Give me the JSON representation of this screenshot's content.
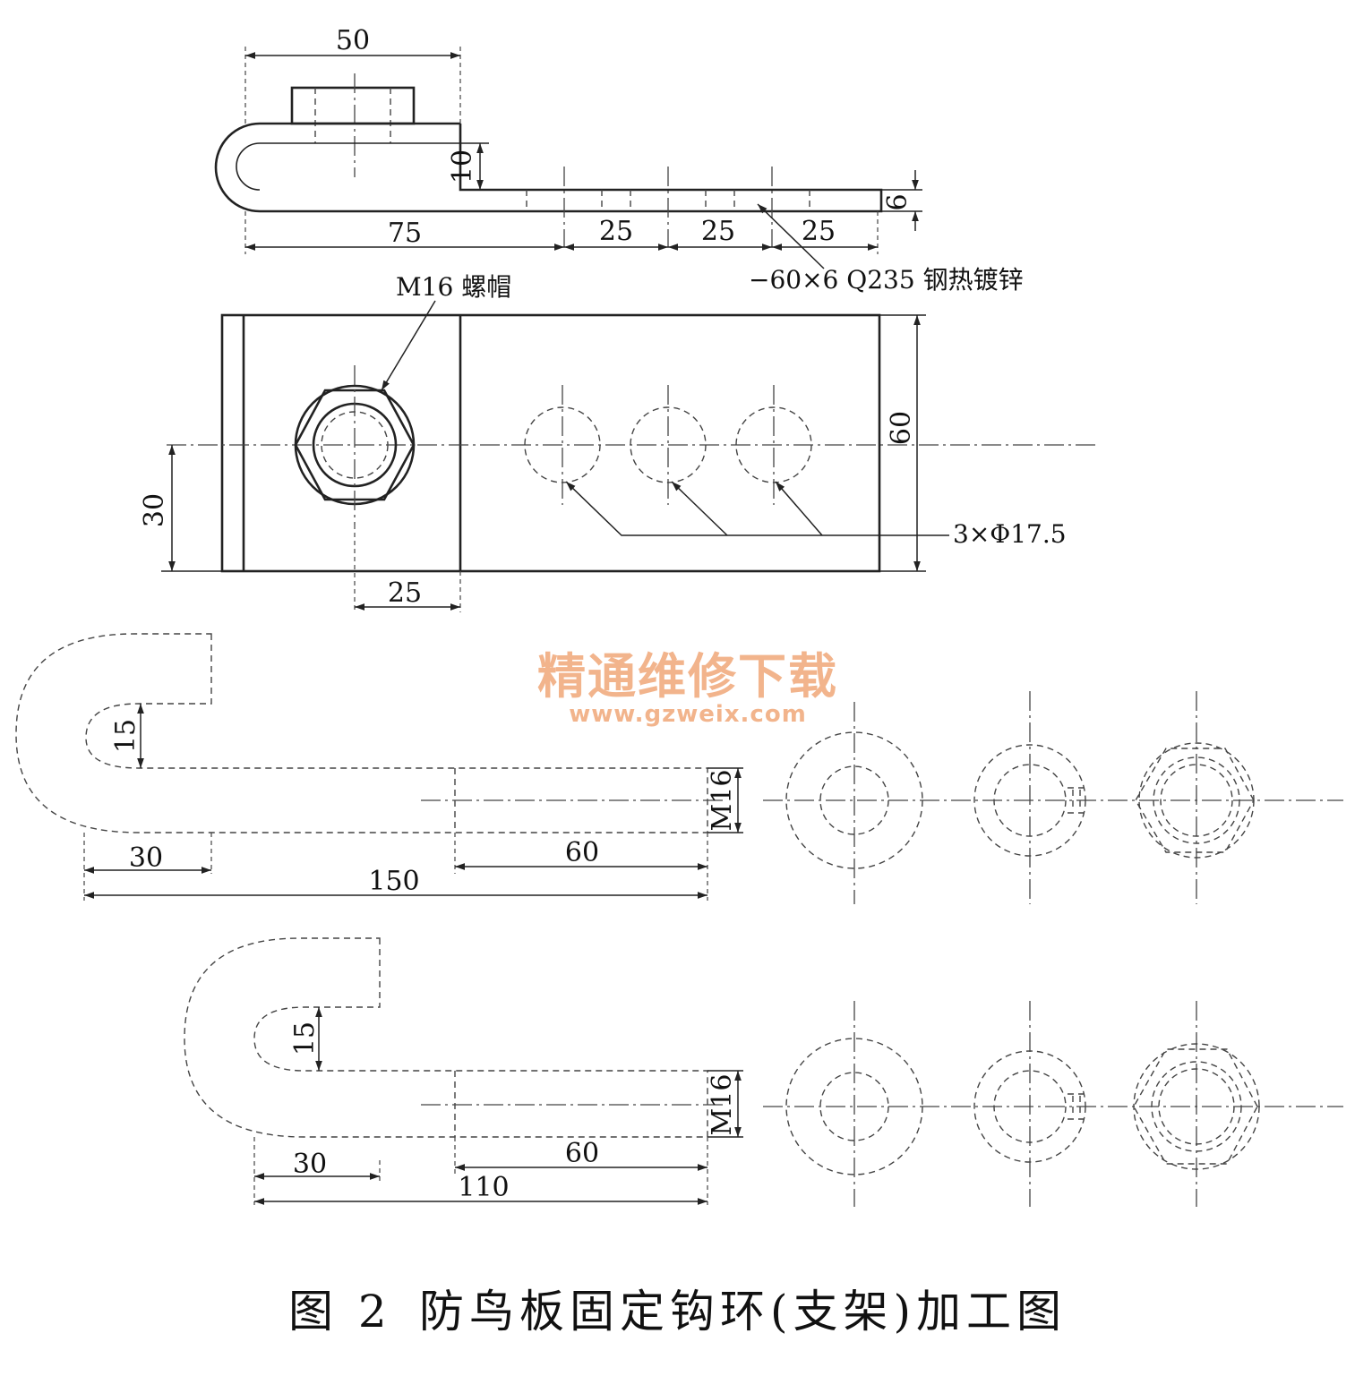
{
  "top_view": {
    "dim_width": "50",
    "dim_bend_height": "10",
    "dim_thickness": "6",
    "dim_bend_length": "75",
    "dim_pitch_1": "25",
    "dim_pitch_2": "25",
    "dim_pitch_3": "25",
    "material_note": "−60×6  Q235 钢热镀锌"
  },
  "plan_view": {
    "nut_label": "M16 螺帽",
    "dim_height": "60",
    "dim_center_height": "30",
    "dim_nut_offset": "25",
    "holes_label": "3×Φ17.5"
  },
  "hook_150": {
    "dim_gap": "15",
    "dim_thread": "M16",
    "dim_bend": "30",
    "dim_thread_length": "60",
    "dim_total": "150"
  },
  "hook_110": {
    "dim_gap": "15",
    "dim_thread": "M16",
    "dim_bend": "30",
    "dim_thread_length": "60",
    "dim_total": "110"
  },
  "watermark": {
    "line1": "精通维修下载",
    "line2": "www.gzweix.com",
    "color": "#f2b48c"
  },
  "caption": {
    "figure_no": "图 2",
    "title": "防鸟板固定钩环(支架)加工图"
  }
}
